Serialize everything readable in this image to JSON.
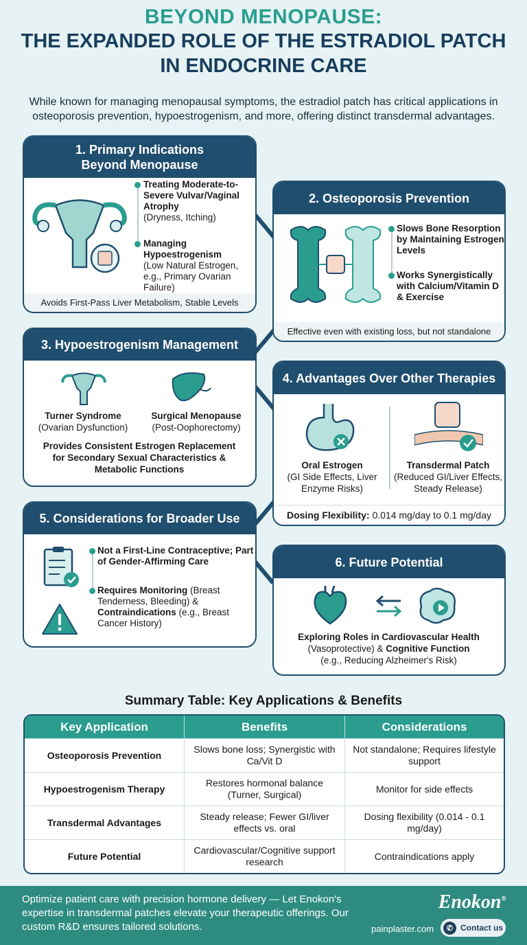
{
  "title": {
    "line1": "BEYOND MENOPAUSE:",
    "line2": "THE EXPANDED ROLE OF THE ESTRADIOL PATCH IN ENDOCRINE CARE"
  },
  "subtitle": "While known for managing menopausal symptoms, the estradiol patch has critical applications in osteoporosis prevention, hypoestrogenism, and more, offering distinct transdermal advantages.",
  "cards": {
    "c1": {
      "title": "1. Primary Indications Beyond Menopause",
      "b1_title": "Treating Moderate-to-Severe Vulvar/Vaginal Atrophy",
      "b1_note": "(Dryness, Itching)",
      "b2_title": "Managing Hypoestrogenism",
      "b2_note": "(Low Natural Estrogen, e.g., Primary Ovarian Failure)",
      "footer": "Avoids First-Pass Liver Metabolism, Stable Levels"
    },
    "c2": {
      "title": "2. Osteoporosis Prevention",
      "b1": "Slows Bone Resorption by Maintaining Estrogen Levels",
      "b2": "Works Synergistically with Calcium/Vitamin D & Exercise",
      "footer": "Effective even with existing loss, but not standalone"
    },
    "c3": {
      "title": "3. Hypoestrogenism Management",
      "i1_title": "Turner Syndrome",
      "i1_note": "(Ovarian Dysfunction)",
      "i2_title": "Surgical Menopause",
      "i2_note": "(Post-Oophorectomy)",
      "summary": "Provides Consistent Estrogen Replacement for Secondary Sexual Characteristics & Metabolic Functions"
    },
    "c4": {
      "title": "4. Advantages Over Other Therapies",
      "i1_title": "Oral Estrogen",
      "i1_note": "(GI Side Effects, Liver Enzyme Risks)",
      "i2_title": "Transdermal Patch",
      "i2_note": "(Reduced GI/Liver Effects, Steady Release)",
      "dosing_label": "Dosing Flexibility:",
      "dosing_value": "0.014 mg/day to 0.1 mg/day"
    },
    "c5": {
      "title": "5. Considerations for Broader Use",
      "b1": "Not a First-Line Contraceptive; Part of Gender-Affirming Care",
      "b2_a": "Requires Monitoring",
      "b2_b": "(Breast Tenderness, Bleeding) &",
      "b2_c": "Contraindications",
      "b2_d": "(e.g., Breast Cancer History)"
    },
    "c6": {
      "title": "6. Future Potential",
      "bold": "Exploring Roles in Cardiovascular Health",
      "rest1": "(Vasoprotective) &",
      "bold2": "Cognitive Function",
      "rest2": "(e.g., Reducing Alzheimer's Risk)"
    }
  },
  "table": {
    "title": "Summary Table: Key Applications & Benefits",
    "headers": [
      "Key Application",
      "Benefits",
      "Considerations"
    ],
    "rows": [
      [
        "Osteoporosis Prevention",
        "Slows bone loss; Synergistic with Ca/Vit D",
        "Not standalone; Requires lifestyle support"
      ],
      [
        "Hypoestrogenism Therapy",
        "Restores hormonal balance (Turner, Surgical)",
        "Monitor for side effects"
      ],
      [
        "Transdermal Advantages",
        "Steady release; Fewer GI/liver effects vs. oral",
        "Dosing flexibility (0.014 - 0.1 mg/day)"
      ],
      [
        "Future Potential",
        "Cardiovascular/Cognitive support research",
        "Contraindications apply"
      ]
    ]
  },
  "footer": {
    "text": "Optimize patient care with precision hormone delivery — Let Enokon's expertise in transdermal patches elevate your therapeutic offerings. Our custom R&D ensures tailored solutions.",
    "brand": "Enokon",
    "reg": "®",
    "website": "painplaster.com",
    "contact": "Contact us"
  },
  "colors": {
    "navy": "#1f4e6e",
    "teal": "#2a9d8f",
    "background": "#e6f2f3"
  }
}
